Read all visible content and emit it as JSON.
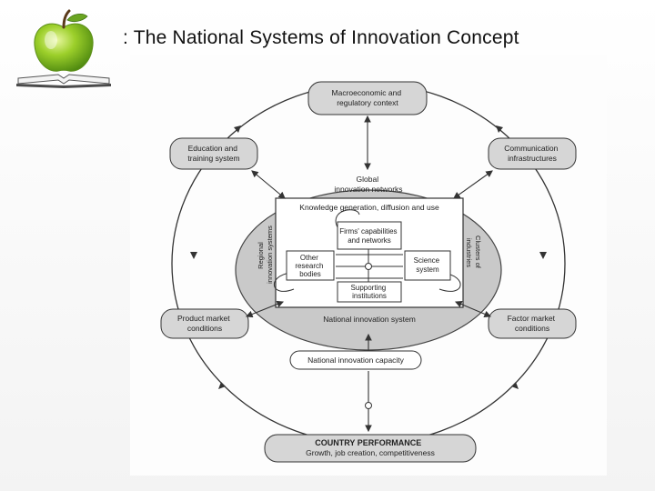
{
  "title": ": The National Systems of Innovation Concept",
  "diagram": {
    "macro": [
      "Macroeconomic and",
      "regulatory context"
    ],
    "education": [
      "Education and",
      "training system"
    ],
    "communication": [
      "Communication",
      "infrastructures"
    ],
    "global": [
      "Global",
      "innovation networks"
    ],
    "knowledge": "Knowledge generation, diffusion and use",
    "firms": [
      "Firms' capabilities",
      "and networks"
    ],
    "other_research": [
      "Other",
      "research",
      "bodies"
    ],
    "science": [
      "Science",
      "system"
    ],
    "supporting": [
      "Supporting",
      "institutions"
    ],
    "regional": [
      "Regional",
      "innovation systems"
    ],
    "clusters": [
      "Clusters of",
      "industries"
    ],
    "national_system": "National innovation system",
    "product_market": [
      "Product market",
      "conditions"
    ],
    "factor_market": [
      "Factor market",
      "conditions"
    ],
    "capacity": "National innovation capacity",
    "performance": [
      "COUNTRY PERFORMANCE",
      "Growth, job creation, competitiveness"
    ]
  }
}
